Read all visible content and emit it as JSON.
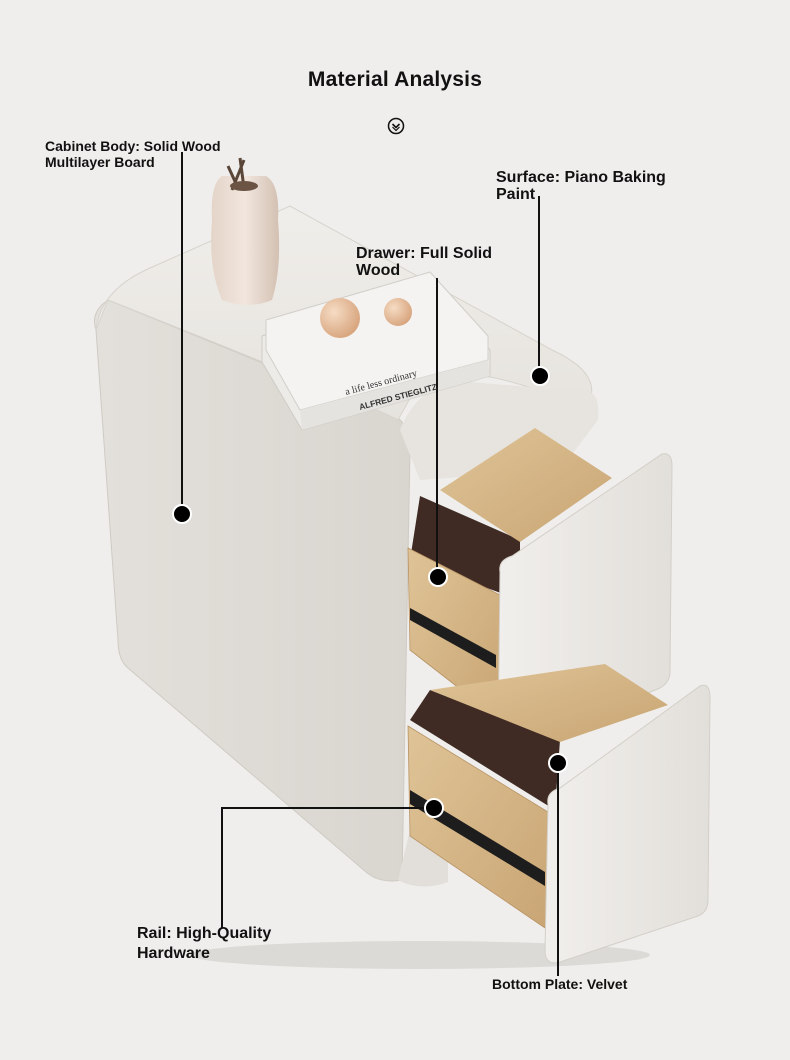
{
  "header": {
    "title": "Material Analysis",
    "scroll_icon": "chevron-down-circle-icon"
  },
  "product": {
    "book": {
      "subtitle": "a life less ordinary",
      "author": "ALFRED STIEGLITZ"
    }
  },
  "callouts": [
    {
      "id": "cabinet-body",
      "lines": [
        "Cabinet Body: Solid Wood",
        "Multilayer Board"
      ]
    },
    {
      "id": "surface",
      "lines": [
        "Surface: Piano Baking",
        "Paint"
      ]
    },
    {
      "id": "drawer",
      "lines": [
        "Drawer: Full Solid",
        "Wood"
      ]
    },
    {
      "id": "rail",
      "lines": [
        "Rail: High-Quality",
        "Hardware"
      ]
    },
    {
      "id": "bottom-plate",
      "lines": [
        "Bottom Plate: Velvet"
      ]
    }
  ],
  "colors": {
    "background": "#efeeec",
    "cabinet": "#e9e6e1",
    "wood": "#d8b98a",
    "interior": "#3f2b24",
    "marker": "#000000"
  }
}
